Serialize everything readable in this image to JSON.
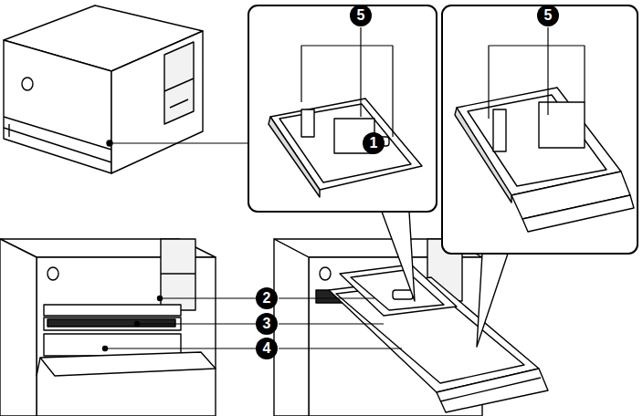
{
  "diagram": {
    "labels": [
      "5",
      "5",
      "1",
      "2",
      "3",
      "4"
    ]
  }
}
